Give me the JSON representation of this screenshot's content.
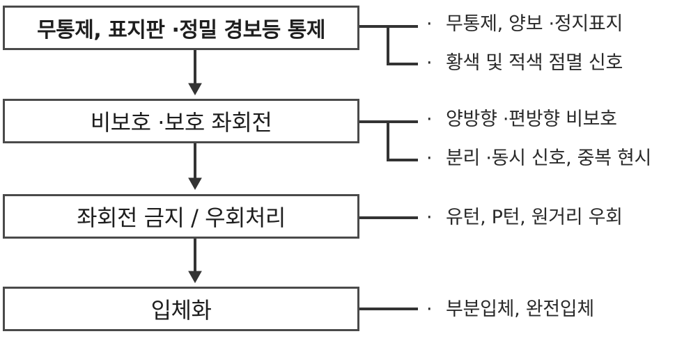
{
  "steps": [
    {
      "label": "무통제, 표지판 ·정밀 경보등 통제",
      "notes": [
        "무통제, 양보 ·정지표지",
        "황색 및 적색 점멸 신호"
      ]
    },
    {
      "label": "비보호 ·보호 좌회전",
      "notes": [
        "양방향 ·편방향 비보호",
        "분리 ·동시 신호, 중복 현시"
      ]
    },
    {
      "label": "좌회전 금지 / 우회처리",
      "notes": [
        "유턴, P턴, 원거리 우회"
      ]
    },
    {
      "label": "입체화",
      "notes": [
        "부분입체, 완전입체"
      ]
    }
  ],
  "bullet": "·"
}
